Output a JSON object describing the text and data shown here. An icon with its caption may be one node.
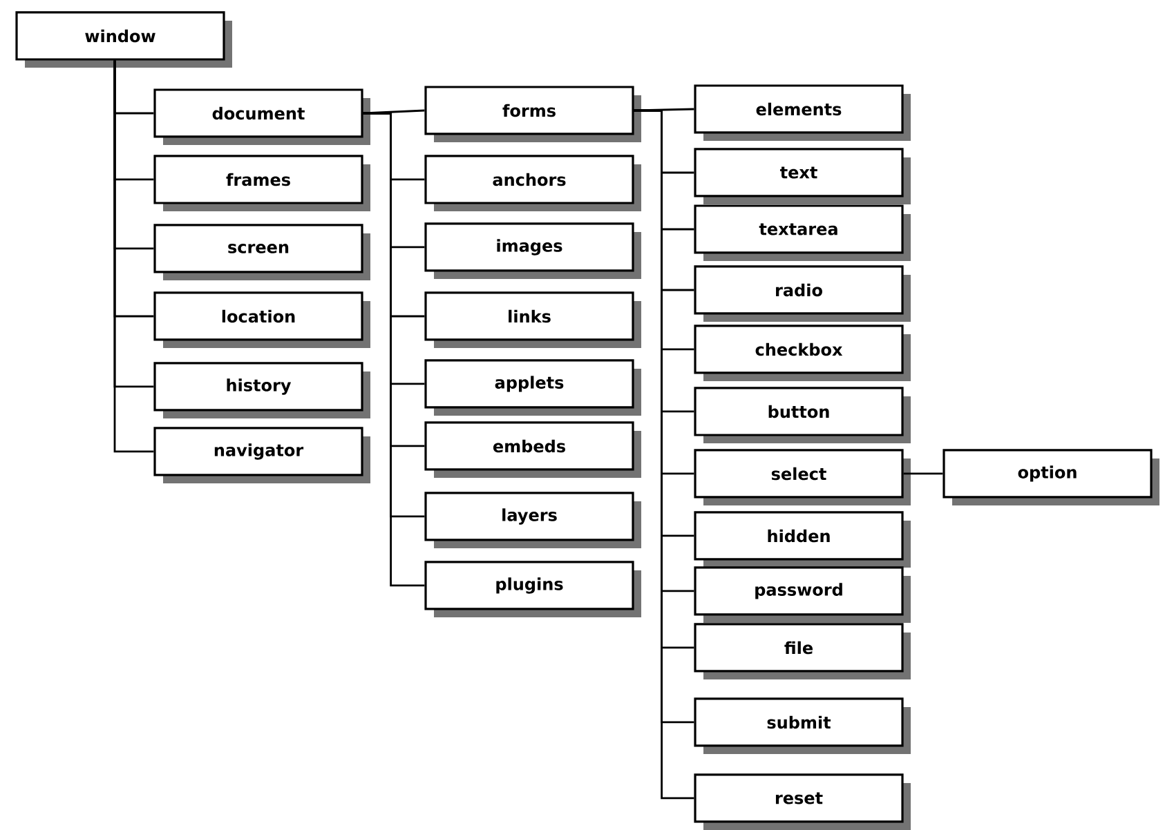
{
  "diagram": {
    "nodes": [
      {
        "text": [
          "window"
        ]
      },
      {
        "text": [
          "document"
        ]
      },
      {
        "text": [
          "frames"
        ]
      },
      {
        "text": [
          "screen"
        ]
      },
      {
        "text": [
          "location"
        ]
      },
      {
        "text": [
          "history"
        ]
      },
      {
        "text": [
          "navigator"
        ]
      },
      {
        "text": [
          "forms"
        ]
      },
      {
        "text": [
          "anchors"
        ]
      },
      {
        "text": [
          "images"
        ]
      },
      {
        "text": [
          "links"
        ]
      },
      {
        "text": [
          "applets"
        ]
      },
      {
        "text": [
          "embeds"
        ]
      },
      {
        "text": [
          "layers"
        ]
      },
      {
        "text": [
          "plugins"
        ]
      },
      {
        "text": [
          "elements"
        ]
      },
      {
        "text": [
          "text"
        ]
      },
      {
        "text": [
          "textarea"
        ]
      },
      {
        "text": [
          "radio"
        ]
      },
      {
        "text": [
          "checkbox"
        ]
      },
      {
        "text": [
          "button"
        ]
      },
      {
        "text": [
          "select"
        ]
      },
      {
        "text": [
          "hidden"
        ]
      },
      {
        "text": [
          "password"
        ]
      },
      {
        "text": [
          "file"
        ]
      },
      {
        "text": [
          "submit"
        ]
      },
      {
        "text": [
          "reset"
        ]
      },
      {
        "text": [
          "option"
        ]
      }
    ],
    "edges": [
      {
        "from": 0,
        "to": 1,
        "arrow": "none"
      },
      {
        "from": 0,
        "to": 2,
        "arrow": "none"
      },
      {
        "from": 0,
        "to": 3,
        "arrow": "none"
      },
      {
        "from": 0,
        "to": 4,
        "arrow": "none"
      },
      {
        "from": 0,
        "to": 5,
        "arrow": "none"
      },
      {
        "from": 0,
        "to": 6,
        "arrow": "none"
      },
      {
        "from": 1,
        "to": 7,
        "arrow": "none"
      },
      {
        "from": 1,
        "to": 8,
        "arrow": "none"
      },
      {
        "from": 1,
        "to": 9,
        "arrow": "none"
      },
      {
        "from": 1,
        "to": 10,
        "arrow": "none"
      },
      {
        "from": 1,
        "to": 11,
        "arrow": "none"
      },
      {
        "from": 1,
        "to": 12,
        "arrow": "none"
      },
      {
        "from": 1,
        "to": 13,
        "arrow": "none"
      },
      {
        "from": 1,
        "to": 14,
        "arrow": "none"
      },
      {
        "from": 7,
        "to": 15,
        "arrow": "none"
      },
      {
        "from": 7,
        "to": 16,
        "arrow": "none"
      },
      {
        "from": 7,
        "to": 17,
        "arrow": "none"
      },
      {
        "from": 7,
        "to": 18,
        "arrow": "none"
      },
      {
        "from": 7,
        "to": 19,
        "arrow": "none"
      },
      {
        "from": 7,
        "to": 20,
        "arrow": "none"
      },
      {
        "from": 7,
        "to": 21,
        "arrow": "none"
      },
      {
        "from": 7,
        "to": 22,
        "arrow": "none"
      },
      {
        "from": 7,
        "to": 23,
        "arrow": "none"
      },
      {
        "from": 7,
        "to": 24,
        "arrow": "none"
      },
      {
        "from": 7,
        "to": 25,
        "arrow": "none"
      },
      {
        "from": 7,
        "to": 26,
        "arrow": "none"
      },
      {
        "from": 21,
        "to": 27,
        "arrow": "none"
      }
    ]
  }
}
